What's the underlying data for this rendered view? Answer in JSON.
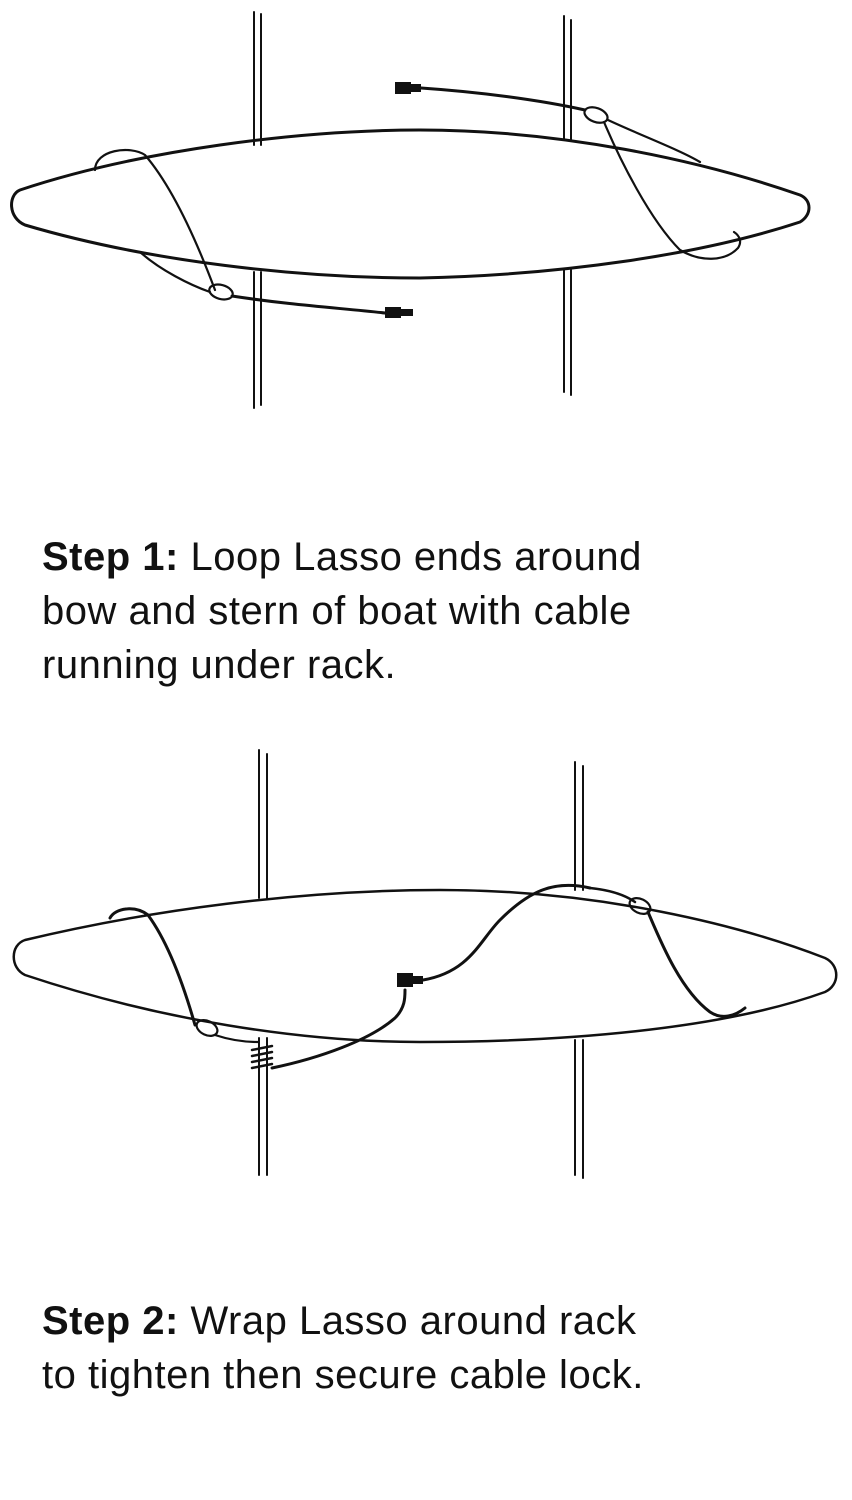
{
  "steps": [
    {
      "label": "Step 1:",
      "text": "Loop Lasso ends around bow and stern of boat with cable running under rack.",
      "lines": [
        "Loop Lasso ends around",
        "bow and stern of boat with cable",
        "running under rack."
      ],
      "illustration": "kayak-on-rack-lasso-looped-icon"
    },
    {
      "label": "Step 2:",
      "text": "Wrap Lasso around rack to tighten then secure cable lock.",
      "lines": [
        "Wrap Lasso around rack",
        "to tighten then secure cable lock."
      ],
      "illustration": "kayak-on-rack-lasso-locked-icon"
    }
  ],
  "colors": {
    "ink": "#111111",
    "background": "#ffffff"
  }
}
